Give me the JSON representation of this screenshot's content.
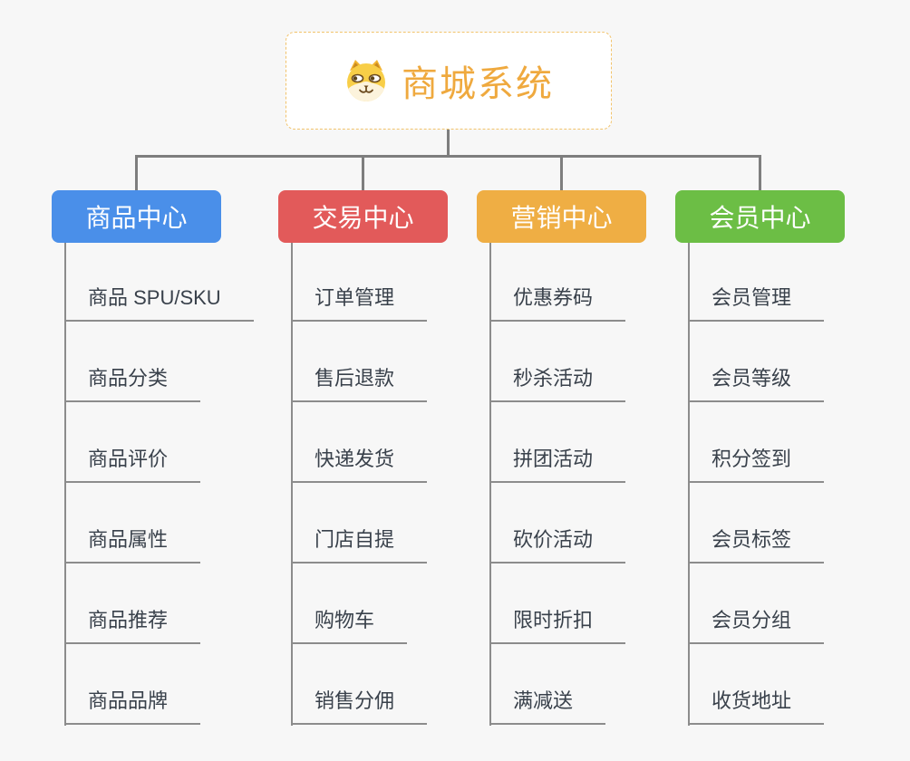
{
  "page": {
    "background_color": "#F7F7F7",
    "connector_color": "#7E7E7E",
    "leaf_line_color": "#8C8C8C"
  },
  "root": {
    "title": "商城系统",
    "icon": "dog-face-icon",
    "text_color": "#EFA93E",
    "border_color": "#F2C36B"
  },
  "branches": [
    {
      "label": "商品中心",
      "color": "#4A8FE9",
      "items": [
        "商品 SPU/SKU",
        "商品分类",
        "商品评价",
        "商品属性",
        "商品推荐",
        "商品品牌"
      ]
    },
    {
      "label": "交易中心",
      "color": "#E25A5A",
      "items": [
        "订单管理",
        "售后退款",
        "快递发货",
        "门店自提",
        "购物车",
        "销售分佣"
      ]
    },
    {
      "label": "营销中心",
      "color": "#EFAE44",
      "items": [
        "优惠券码",
        "秒杀活动",
        "拼团活动",
        "砍价活动",
        "限时折扣",
        "满减送"
      ]
    },
    {
      "label": "会员中心",
      "color": "#6CBE45",
      "items": [
        "会员管理",
        "会员等级",
        "积分签到",
        "会员标签",
        "会员分组",
        "收货地址"
      ]
    }
  ]
}
